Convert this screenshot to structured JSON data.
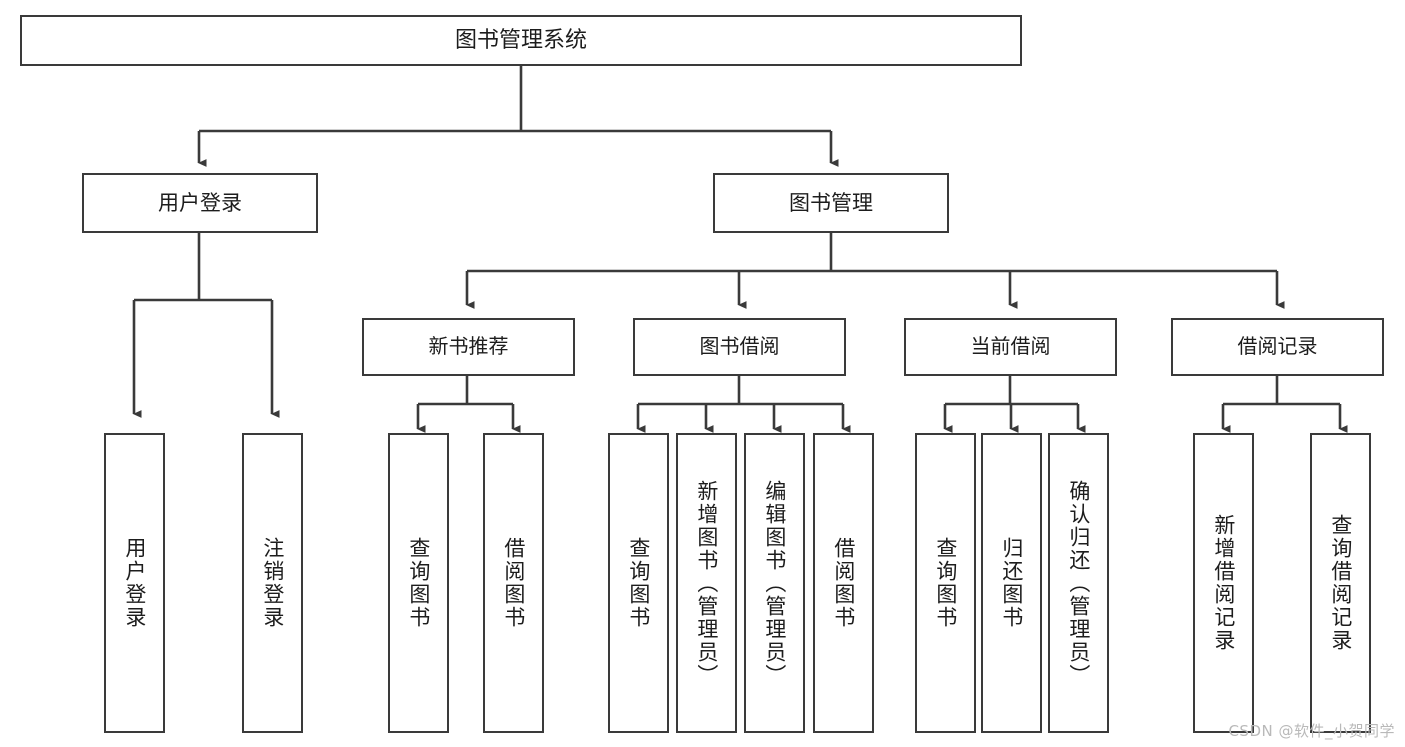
{
  "diagram": {
    "title": "图书管理系统",
    "type": "functional-structure-tree",
    "root": {
      "label": "图书管理系统"
    },
    "level1": [
      {
        "label": "用户登录"
      },
      {
        "label": "图书管理"
      }
    ],
    "level2": [
      {
        "label": "新书推荐"
      },
      {
        "label": "图书借阅"
      },
      {
        "label": "当前借阅"
      },
      {
        "label": "借阅记录"
      }
    ],
    "leaves": {
      "user_login": [
        {
          "label": "用户登录"
        },
        {
          "label": "注销登录"
        }
      ],
      "new_book_recommend": [
        {
          "label": "查询图书"
        },
        {
          "label": "借阅图书"
        }
      ],
      "book_borrow": [
        {
          "label": "查询图书"
        },
        {
          "label": "新增图书（管理员）"
        },
        {
          "label": "编辑图书（管理员）"
        },
        {
          "label": "借阅图书"
        }
      ],
      "current_borrow": [
        {
          "label": "查询图书"
        },
        {
          "label": "归还图书"
        },
        {
          "label": "确认归还（管理员）"
        }
      ],
      "borrow_record": [
        {
          "label": "新增借阅记录"
        },
        {
          "label": "查询借阅记录"
        }
      ]
    }
  },
  "watermark": {
    "text": "CSDN @软件_小贺同学"
  },
  "colors": {
    "stroke": "#3a3a3a",
    "fill": "#ffffff",
    "text": "#1d1d1d",
    "watermark": "#b9b9b9"
  }
}
